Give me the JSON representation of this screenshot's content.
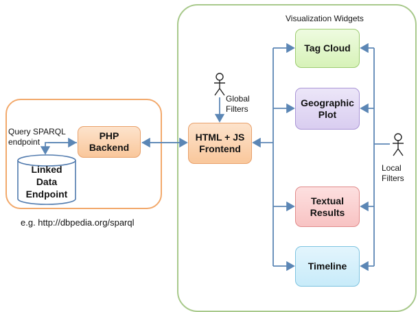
{
  "diagram": {
    "title": "Visualization Widgets",
    "nodes": {
      "php_backend": "PHP\nBackend",
      "frontend": "HTML + JS\nFrontend",
      "database": "Linked\nData\nEndpoint",
      "tag_cloud": "Tag Cloud",
      "geographic_plot": "Geographic\nPlot",
      "textual_results": "Textual\nResults",
      "timeline": "Timeline"
    },
    "labels": {
      "query": "Query SPARQL\nendpoint",
      "global_filters": "Global\nFilters",
      "local_filters": "Local\nFilters",
      "example": "e.g. http://dbpedia.org/sparql"
    },
    "colors": {
      "server_group": "#f2a86a",
      "client_group": "#a8c98b",
      "arrow": "#5b86b5"
    }
  }
}
